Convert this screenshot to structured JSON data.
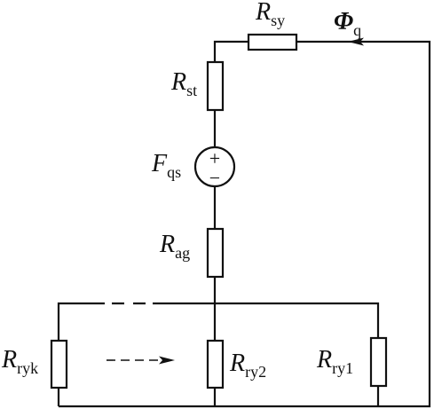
{
  "labels": {
    "r_sy": {
      "main": "R",
      "sub": "sy"
    },
    "phi_q": {
      "main": "Φ",
      "sub": "q"
    },
    "r_st": {
      "main": "R",
      "sub": "st"
    },
    "f_qs": {
      "main": "F",
      "sub": "qs"
    },
    "r_ag": {
      "main": "R",
      "sub": "ag"
    },
    "r_ryk": {
      "main": "R",
      "sub": "ryk"
    },
    "r_ry2": {
      "main": "R",
      "sub": "ry2"
    },
    "r_ry1": {
      "main": "R",
      "sub": "ry1"
    }
  },
  "source": {
    "plus": "+",
    "minus": "−"
  }
}
